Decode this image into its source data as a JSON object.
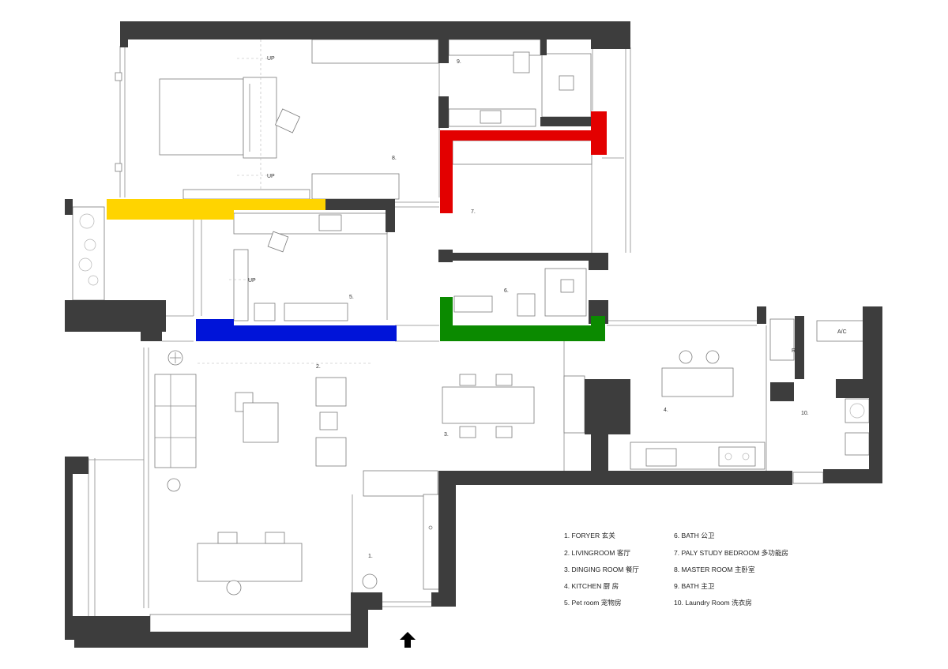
{
  "plan": {
    "colors": {
      "wall": "#3d3d3d",
      "red": "#e30000",
      "yellow": "#ffd400",
      "blue": "#0014d9",
      "green": "#0b8a00"
    },
    "room_numbers": {
      "r1": "1.",
      "r2": "2.",
      "r3": "3.",
      "r4": "4.",
      "r5": "5.",
      "r6": "6.",
      "r7": "7.",
      "r8": "8.",
      "r9": "9.",
      "r10": "10."
    },
    "up_labels": {
      "a": "UP",
      "b": "UP",
      "c": "UP"
    },
    "small_labels": {
      "ac": "A/C",
      "fridge": "R"
    },
    "entrance_icon": "up-arrow-icon"
  },
  "legend": [
    "1.  FORYER  玄关",
    "2.  LIVINGROOM  客厅",
    "3.  DINGING ROOM 餐厅",
    "4.  KITCHEN  厨  房",
    "5.  Pet room 宠物房",
    "6.  BATH  公卫",
    "7.  PALY  STUDY BEDROOM 多功能房",
    "8.  MASTER ROOM 主卧室",
    "9.  BATH 主卫",
    "10.  Laundry Room 洗衣房"
  ]
}
